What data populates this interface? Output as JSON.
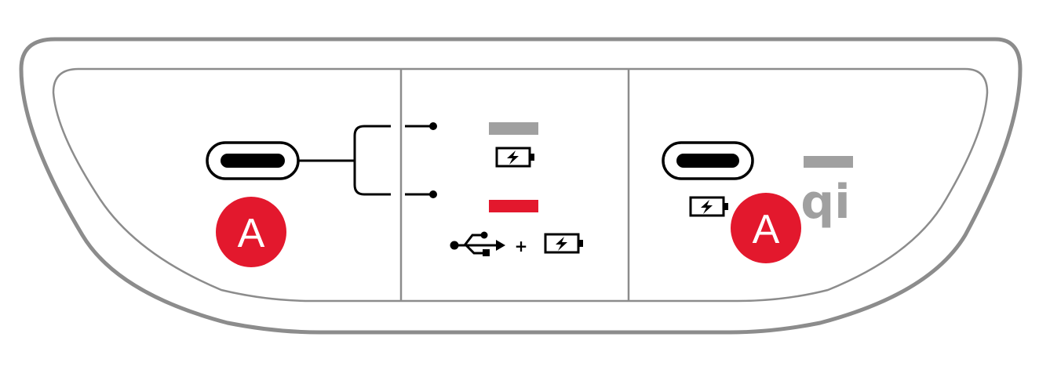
{
  "colors": {
    "outline": "#8c8c8c",
    "accent": "#e3182d",
    "gray_indicator": "#a0a0a0",
    "port": "#000000"
  },
  "left_zone": {
    "port": "usb-c-port",
    "badge_label": "A"
  },
  "legend": {
    "gray_indicator_icon": "battery-charging-icon",
    "red_indicator_icons": [
      "usb-icon",
      "battery-charging-icon"
    ],
    "red_plus": "+"
  },
  "right_zone": {
    "port": "usb-c-port",
    "port_icon": "battery-charging-icon",
    "badge_label": "A",
    "wireless_label": "qi"
  }
}
